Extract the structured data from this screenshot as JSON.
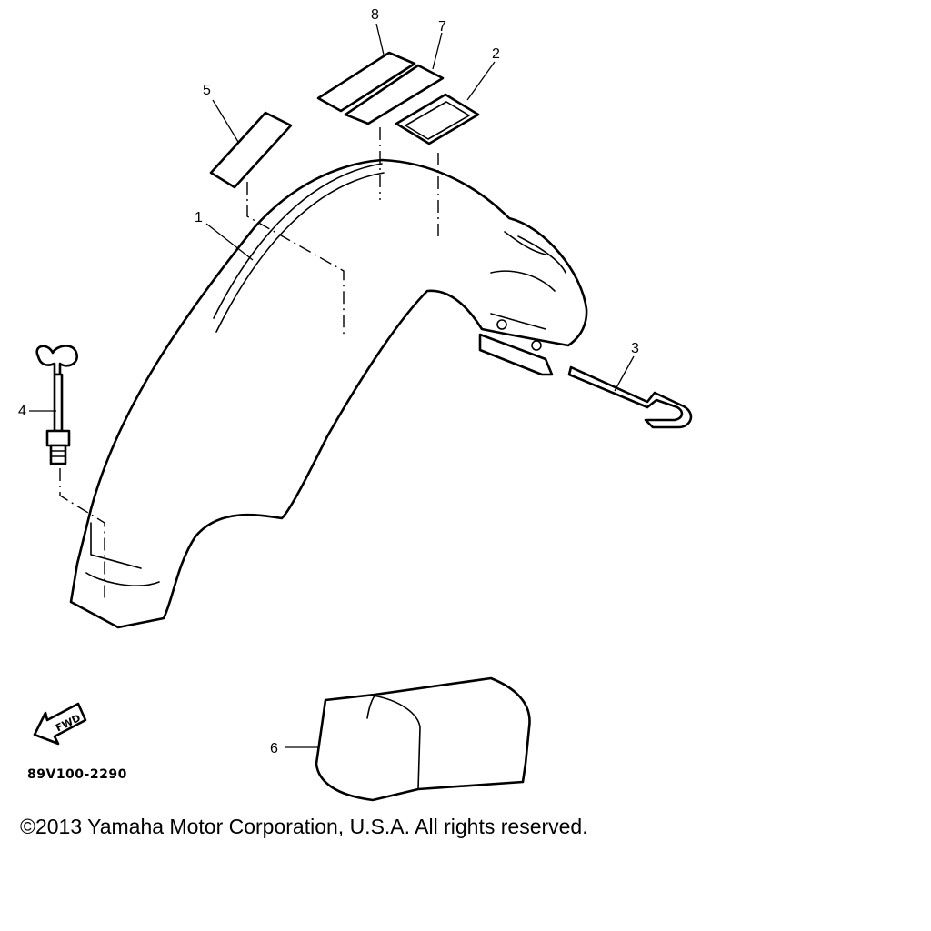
{
  "diagram": {
    "callouts": {
      "part_1": "1",
      "part_2": "2",
      "part_3": "3",
      "part_4": "4",
      "part_5": "5",
      "part_6": "6",
      "part_7": "7",
      "part_8": "8"
    },
    "fwd_label": "FWD",
    "diagram_code": "89V100-2290"
  },
  "footer": {
    "copyright": "©2013 Yamaha Motor Corporation, U.S.A. All rights reserved."
  }
}
